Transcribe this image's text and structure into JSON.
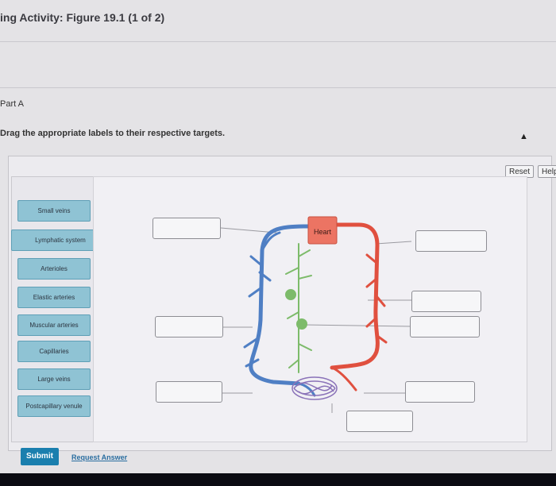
{
  "header": {
    "title": "ing Activity: Figure 19.1 (1 of 2)"
  },
  "part": {
    "label": "Part A"
  },
  "instruction": "Drag the appropriate labels to their respective targets.",
  "toolbar": {
    "reset_label": "Reset",
    "help_label": "Help"
  },
  "labels": [
    "Small veins",
    "Lymphatic system",
    "Arterioles",
    "Elastic arteries",
    "Muscular arteries",
    "Capillaries",
    "Large veins",
    "Postcapillary venule"
  ],
  "diagram": {
    "heart_label": "Heart"
  },
  "actions": {
    "submit_label": "Submit",
    "request_answer_label": "Request Answer"
  },
  "colors": {
    "label_chip": "#8fc3d4",
    "vein": "#4f7fc4",
    "artery": "#e0503f",
    "lymph": "#7dbb6a",
    "capillary": "#8a72b8",
    "heart": "#ec7463",
    "submit": "#1a7fae"
  }
}
